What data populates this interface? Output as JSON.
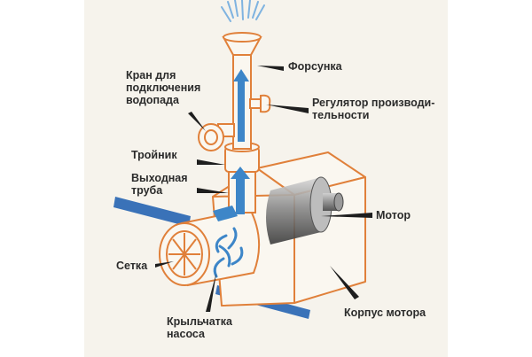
{
  "labels": {
    "nozzle": "Форсунка",
    "waterfall_tap": "Кран для\nподключения\nводопада",
    "flow_regulator": "Регулятор производи-\nтельности",
    "tee": "Тройник",
    "outlet_pipe": "Выходная\nтруба",
    "motor": "Мотор",
    "mesh": "Сетка",
    "impeller": "Крыльчатка\nнасоса",
    "motor_housing": "Корпус мотора"
  },
  "colors": {
    "outline": "#e0803a",
    "flow": "#3d86c8",
    "stripe": "#3a72b8",
    "pointer": "#1e1e1e",
    "motor_shade": "#8a8a8a"
  }
}
